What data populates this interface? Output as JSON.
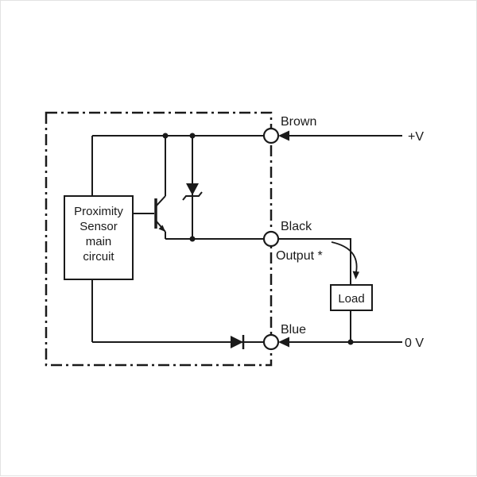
{
  "diagram": {
    "kind": "proximity-sensor-output-circuit-diagram",
    "main_circuit": {
      "lines": [
        "Proximity",
        "Sensor",
        "main",
        "circuit"
      ]
    },
    "labels": {
      "brown": "Brown",
      "black": "Black",
      "blue": "Blue",
      "output": "Output *",
      "plus_v": "+V",
      "zero_v": "0 V",
      "load": "Load"
    },
    "components": {
      "transistor": "transistor-icon",
      "zener": "zener-diode-icon",
      "diode": "diode-icon",
      "terminals": [
        "Brown",
        "Black",
        "Blue"
      ]
    },
    "colors": {
      "line": "#1a1a1a",
      "background": "#ffffff"
    }
  }
}
